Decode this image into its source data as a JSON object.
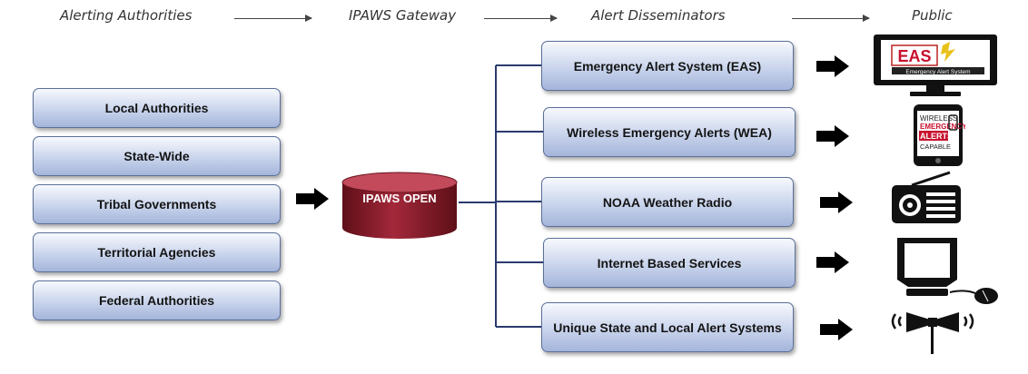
{
  "headers": {
    "alerting": "Alerting Authorities",
    "gateway": "IPAWS Gateway",
    "disseminators": "Alert Disseminators",
    "public": "Public"
  },
  "authorities": [
    {
      "label": "Local Authorities"
    },
    {
      "label": "State-Wide"
    },
    {
      "label": "Tribal Governments"
    },
    {
      "label": "Territorial Agencies"
    },
    {
      "label": "Federal Authorities"
    }
  ],
  "gateway": {
    "label": "IPAWS OPEN"
  },
  "disseminators": [
    {
      "label": "Emergency Alert System (EAS)"
    },
    {
      "label": "Wireless Emergency Alerts (WEA)"
    },
    {
      "label": "NOAA Weather Radio"
    },
    {
      "label": "Internet Based Services"
    },
    {
      "label": "Unique State and Local Alert Systems"
    }
  ],
  "public_icons": {
    "eas": {
      "logo_text": "EAS",
      "sub_text": "Emergency Alert System"
    },
    "wea": {
      "line1": "WIRELESS",
      "line2": "EMERGENCY",
      "line3": "ALERTS",
      "line4": "CAPABLE"
    },
    "radio": "radio-icon",
    "computer": "computer-icon",
    "siren": "loudspeaker-icon"
  },
  "colors": {
    "box_border": "#5b6f9a",
    "box_fill": "#c9d4ec",
    "connector": "#2b3a6e",
    "cylinder": "#8e1c2a"
  }
}
